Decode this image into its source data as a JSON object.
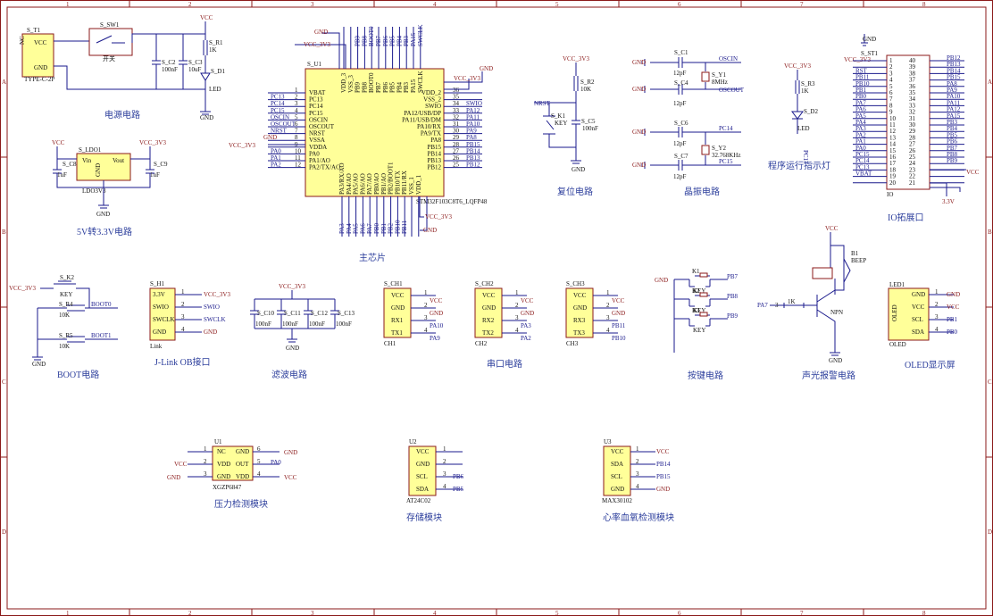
{
  "frame": {
    "cols": [
      "1",
      "2",
      "3",
      "4",
      "5",
      "6",
      "7",
      "8"
    ],
    "rows": [
      "A",
      "B",
      "C",
      "D"
    ]
  },
  "section_titles": {
    "power": "电源电路",
    "ldo": "5V转3.3V电路",
    "mcu": "主芯片",
    "reset": "复位电路",
    "crystal": "晶振电路",
    "runled": "程序运行指示灯",
    "io": "IO拓展口",
    "boot": "BOOT电路",
    "jlink": "J-Link OB接口",
    "filter": "滤波电路",
    "uart": "串口电路",
    "keys": "按键电路",
    "buzzer": "声光报警电路",
    "oled": "OLED显示屏",
    "pressure": "压力检测模块",
    "storage": "存储模块",
    "heart": "心率血氧检测模块"
  },
  "power": {
    "t1": "S_T1",
    "t1_vcc": "VCC",
    "t1_gnd": "GND",
    "t1_nc": "NC",
    "t1_type": "TYPE-C-2P",
    "sw": "S_SW1",
    "sw_label": "开关",
    "c2": "S_C2",
    "c2v": "100nF",
    "c3": "S_C3",
    "c3v": "10uF",
    "r1": "S_R1",
    "r1v": "1K",
    "d1": "S_D1",
    "d1v": "LED",
    "vcc": "VCC",
    "gnd": "GND"
  },
  "ldo": {
    "name": "S_LDO1",
    "vin": "Vin",
    "vout": "Vout",
    "gnd": "GND",
    "part": "LDO3V3",
    "c8": "S_C8",
    "c8v": "1uF",
    "c9": "S_C9",
    "c9v": "1uF",
    "vcc": "VCC",
    "vcc3": "VCC_3V3",
    "gnd_label": "GND"
  },
  "mcu": {
    "ref": "S_U1",
    "part": "STM32F103C8T6_LQFP48",
    "left_pins": [
      "VBAT",
      "PC13",
      "PC14",
      "PC15",
      "OSCIN",
      "OSCOUT",
      "NRST",
      "VSSA",
      "VDDA",
      "PA0",
      "PA1/AO",
      "PA2/TX/AO"
    ],
    "left_nets": [
      "",
      "PC13",
      "PC14",
      "PC15",
      "OSCIN",
      "OSCOUT",
      "NRST",
      "",
      "",
      "PA0",
      "PA1",
      "PA2"
    ],
    "right_pins": [
      "VDD_2",
      "VSS_2",
      "SWIO",
      "PA12/USB/DP",
      "PA11/USB/DM",
      "PA10/RX",
      "PA9/TX",
      "PA8",
      "PB15",
      "PB14",
      "PB13",
      "PB12"
    ],
    "right_nets": [
      "",
      "",
      "SWIO",
      "PA12",
      "PA11",
      "PA10",
      "PA9",
      "PA8",
      "PB15",
      "PB14",
      "PB13",
      "PB12"
    ],
    "top_pins": [
      "VDD_3",
      "VSS_3",
      "PB9",
      "PB8",
      "BOOT0",
      "PB7",
      "PB6",
      "PB5",
      "PB4",
      "PB3",
      "PA15",
      "SWCLK"
    ],
    "top_nets": [
      "",
      "",
      "PB9",
      "PB8",
      "BOOT0",
      "PB7",
      "PB6",
      "PB5",
      "PB4",
      "PB3",
      "PA15",
      "SWCLK"
    ],
    "bottom_pins": [
      "PA3/RX/AO",
      "PA4/AO",
      "PA5/AO",
      "PA6/AO",
      "PA7/AO",
      "PB0/AO",
      "PB1/AO",
      "PB2/BOOT1",
      "PB10/TX",
      "PB11/RX",
      "VSS_1",
      "VDD_1"
    ],
    "bottom_nets": [
      "PA3",
      "PA4",
      "PA5",
      "PA6",
      "PA7",
      "PB0",
      "PB1",
      "PB2",
      "PB10",
      "PB11",
      "",
      ""
    ],
    "vcc3": "VCC_3V3",
    "gnd": "GND"
  },
  "reset": {
    "vcc3": "VCC_3V3",
    "r2": "S_R2",
    "r2v": "10K",
    "k1": "S_K1",
    "k1v": "KEY",
    "c5": "S_C5",
    "c5v": "100nF",
    "nrst": "NRST",
    "gnd": "GND"
  },
  "crystal": {
    "c1": "S_C1",
    "c1v": "12pF",
    "c4": "S_C4",
    "c4v": "12pF",
    "c6": "S_C6",
    "c6v": "12pF",
    "c7": "S_C7",
    "c7v": "12pF",
    "y1": "S_Y1",
    "y1v": "8MHz",
    "y2": "S_Y2",
    "y2v": "32.768KHz",
    "oscin": "OSCIN",
    "oscout": "OSCOUT",
    "pc14": "PC14",
    "pc15": "PC15",
    "gnd": "GND"
  },
  "runled": {
    "vcc3": "VCC_3V3",
    "r3": "S_R3",
    "r3v": "1K",
    "d2": "S_D2",
    "d2v": "LED",
    "net": "PC13"
  },
  "io": {
    "ref": "S_ST1",
    "part": "IO",
    "vcc3": "VCC_3V3",
    "vcc": "VCC",
    "v33": "3.3V",
    "left_nets": [
      "",
      "",
      "RST",
      "PB11",
      "PB10",
      "PB1",
      "PB0",
      "PA7",
      "PA6",
      "PA5",
      "PA4",
      "PA3",
      "PA2",
      "PA1",
      "PA0",
      "PC15",
      "PC14",
      "PC13",
      "VBAT",
      ""
    ],
    "left_nums": [
      "1",
      "2",
      "3",
      "4",
      "5",
      "6",
      "7",
      "8",
      "9",
      "10",
      "11",
      "12",
      "13",
      "14",
      "15",
      "16",
      "17",
      "18",
      "19",
      "20"
    ],
    "right_nums": [
      "40",
      "39",
      "38",
      "37",
      "36",
      "35",
      "34",
      "33",
      "32",
      "31",
      "30",
      "29",
      "28",
      "27",
      "26",
      "25",
      "24",
      "23",
      "22",
      "21"
    ],
    "right_nets": [
      "PB12",
      "PB13",
      "PB14",
      "PB15",
      "PA8",
      "PA9",
      "PA10",
      "PA11",
      "PA12",
      "PA15",
      "PB3",
      "PB4",
      "PB5",
      "PB6",
      "PB7",
      "PB8",
      "PB9",
      "",
      "",
      ""
    ]
  },
  "boot": {
    "vcc3": "VCC_3V3",
    "k2": "S_K2",
    "k2v": "KEY",
    "r4": "S_R4",
    "r4v": "10K",
    "r5": "S_R5",
    "r5v": "10K",
    "boot0": "BOOT0",
    "boot1": "BOOT1",
    "gnd": "GND"
  },
  "jlink": {
    "ref": "S_H1",
    "part": "Link",
    "pins": [
      "3.3V",
      "SWIO",
      "SWCLK",
      "GND"
    ],
    "nums": [
      "1",
      "2",
      "3",
      "4"
    ],
    "nets": [
      "VCC_3V3",
      "SWIO",
      "SWCLK",
      "GND"
    ]
  },
  "filter": {
    "vcc3": "VCC_3V3",
    "caps": [
      "S_C10",
      "S_C11",
      "S_C12",
      "S_C13"
    ],
    "values": [
      "100nF",
      "100nF",
      "100nF",
      "100nF"
    ],
    "gnd": "GND"
  },
  "uart": [
    {
      "ref": "S_CH1",
      "part": "CH1",
      "pins": [
        "VCC",
        "GND",
        "RX1",
        "TX1"
      ],
      "nets": [
        "VCC",
        "GND",
        "PA10",
        "PA9"
      ]
    },
    {
      "ref": "S_CH2",
      "part": "CH2",
      "pins": [
        "VCC",
        "GND",
        "RX2",
        "TX2"
      ],
      "nets": [
        "VCC",
        "GND",
        "PA3",
        "PA2"
      ]
    },
    {
      "ref": "S_CH3",
      "part": "CH3",
      "pins": [
        "VCC",
        "GND",
        "RX3",
        "TX3"
      ],
      "nets": [
        "VCC",
        "GND",
        "PB11",
        "PB10"
      ]
    }
  ],
  "pin_nums": [
    "1",
    "2",
    "3",
    "4"
  ],
  "keys": {
    "gnd": "GND",
    "items": [
      {
        "ref": "K1",
        "v": "KEY",
        "net": "PB7"
      },
      {
        "ref": "K2",
        "v": "KEY",
        "net": "PB8"
      },
      {
        "ref": "K3",
        "v": "KEY",
        "net": "PB9"
      }
    ]
  },
  "buzzer": {
    "vcc": "VCC",
    "b1": "B1",
    "b1v": "BEEP",
    "r": "1K",
    "q": "NPN",
    "net": "PA7",
    "n3": "3",
    "gnd": "GND"
  },
  "oled": {
    "ref": "LED1",
    "part": "OLED",
    "pins": [
      "GND",
      "VCC",
      "SCL",
      "SDA"
    ],
    "nets": [
      "GND",
      "VCC",
      "PB1",
      "PB0"
    ]
  },
  "u1": {
    "ref": "U1",
    "part": "XGZP6847",
    "left": [
      "NC",
      "VDD",
      "GND"
    ],
    "right": [
      "GND",
      "OUT",
      "VDD"
    ],
    "lnums": [
      "1",
      "2",
      "3"
    ],
    "rnums": [
      "6",
      "5",
      "4"
    ],
    "net_out": "PA0",
    "vcc": "VCC",
    "gnd": "GND"
  },
  "u2": {
    "ref": "U2",
    "part": "AT24C02",
    "pins": [
      "VCC",
      "GND",
      "SCL",
      "SDA"
    ],
    "nums": [
      "1",
      "2",
      "3",
      "4"
    ],
    "nets": [
      "",
      "",
      "PB6",
      "PB5"
    ]
  },
  "u3": {
    "ref": "U3",
    "part": "MAX30102",
    "pins": [
      "VCC",
      "SDA",
      "SCL",
      "GND"
    ],
    "nums": [
      "1",
      "2",
      "3",
      "4"
    ],
    "nets": [
      "VCC",
      "PB14",
      "PB15",
      "GND"
    ]
  }
}
